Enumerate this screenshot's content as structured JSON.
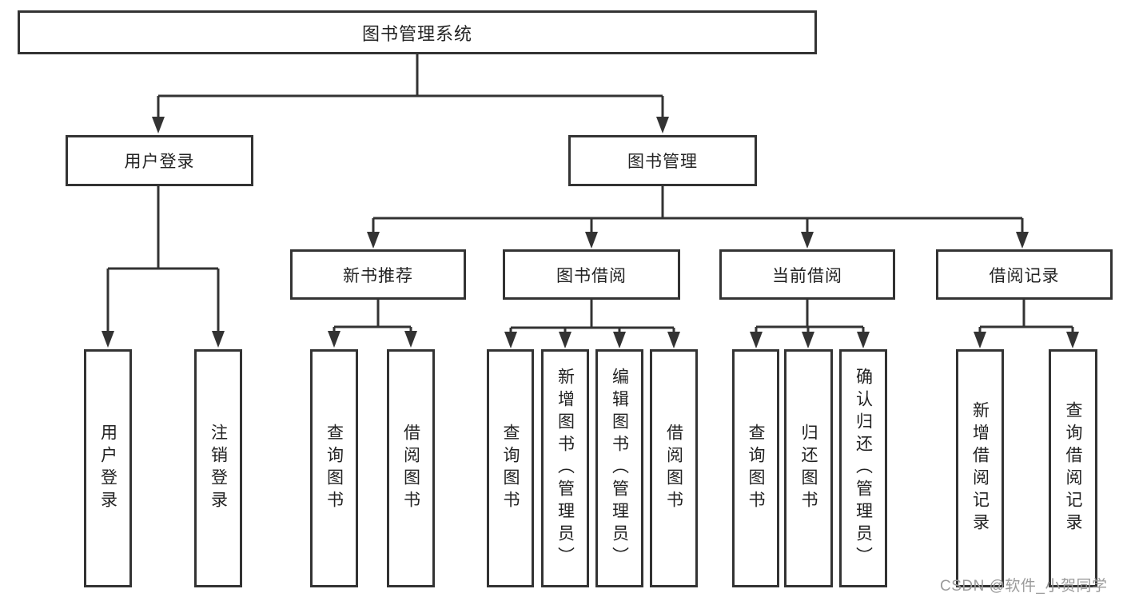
{
  "colors": {
    "line": "#333333",
    "text": "#222222",
    "background": "#ffffff",
    "watermark": "#9b9b9b"
  },
  "watermark": {
    "text": "CSDN @软件_小贺同学"
  },
  "tree": {
    "root": {
      "label": "图书管理系统"
    },
    "branches": [
      {
        "label": "用户登录",
        "children": [
          {
            "label": "用户登录"
          },
          {
            "label": "注销登录"
          }
        ]
      },
      {
        "label": "图书管理",
        "children": [
          {
            "label": "新书推荐",
            "children": [
              {
                "label": "查询图书"
              },
              {
                "label": "借阅图书"
              }
            ]
          },
          {
            "label": "图书借阅",
            "children": [
              {
                "label": "查询图书"
              },
              {
                "label": "新增图书（管理员）"
              },
              {
                "label": "编辑图书（管理员）"
              },
              {
                "label": "借阅图书"
              }
            ]
          },
          {
            "label": "当前借阅",
            "children": [
              {
                "label": "查询图书"
              },
              {
                "label": "归还图书"
              },
              {
                "label": "确认归还（管理员）"
              }
            ]
          },
          {
            "label": "借阅记录",
            "children": [
              {
                "label": "新增借阅记录"
              },
              {
                "label": "查询借阅记录"
              }
            ]
          }
        ]
      }
    ]
  }
}
